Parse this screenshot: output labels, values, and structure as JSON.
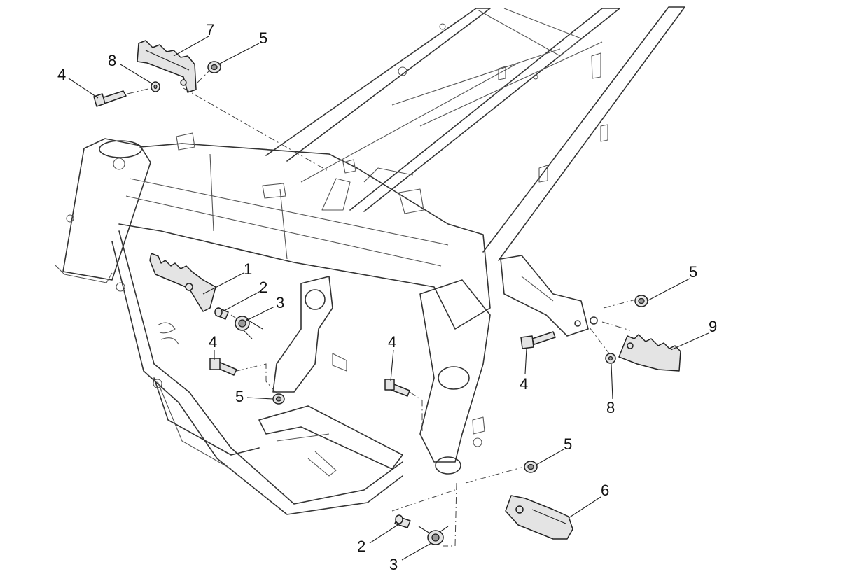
{
  "callouts": [
    {
      "id": "c7a",
      "text": "7"
    },
    {
      "id": "c5a",
      "text": "5"
    },
    {
      "id": "c8a",
      "text": "8"
    },
    {
      "id": "c4a",
      "text": "4"
    },
    {
      "id": "c1",
      "text": "1"
    },
    {
      "id": "c2a",
      "text": "2"
    },
    {
      "id": "c3a",
      "text": "3"
    },
    {
      "id": "c4b",
      "text": "4"
    },
    {
      "id": "c5b",
      "text": "5"
    },
    {
      "id": "c4c",
      "text": "4"
    },
    {
      "id": "c5c",
      "text": "5"
    },
    {
      "id": "c9",
      "text": "9"
    },
    {
      "id": "c4d",
      "text": "4"
    },
    {
      "id": "c8b",
      "text": "8"
    },
    {
      "id": "c5d",
      "text": "5"
    },
    {
      "id": "c6",
      "text": "6"
    },
    {
      "id": "c2b",
      "text": "2"
    },
    {
      "id": "c3b",
      "text": "3"
    }
  ]
}
